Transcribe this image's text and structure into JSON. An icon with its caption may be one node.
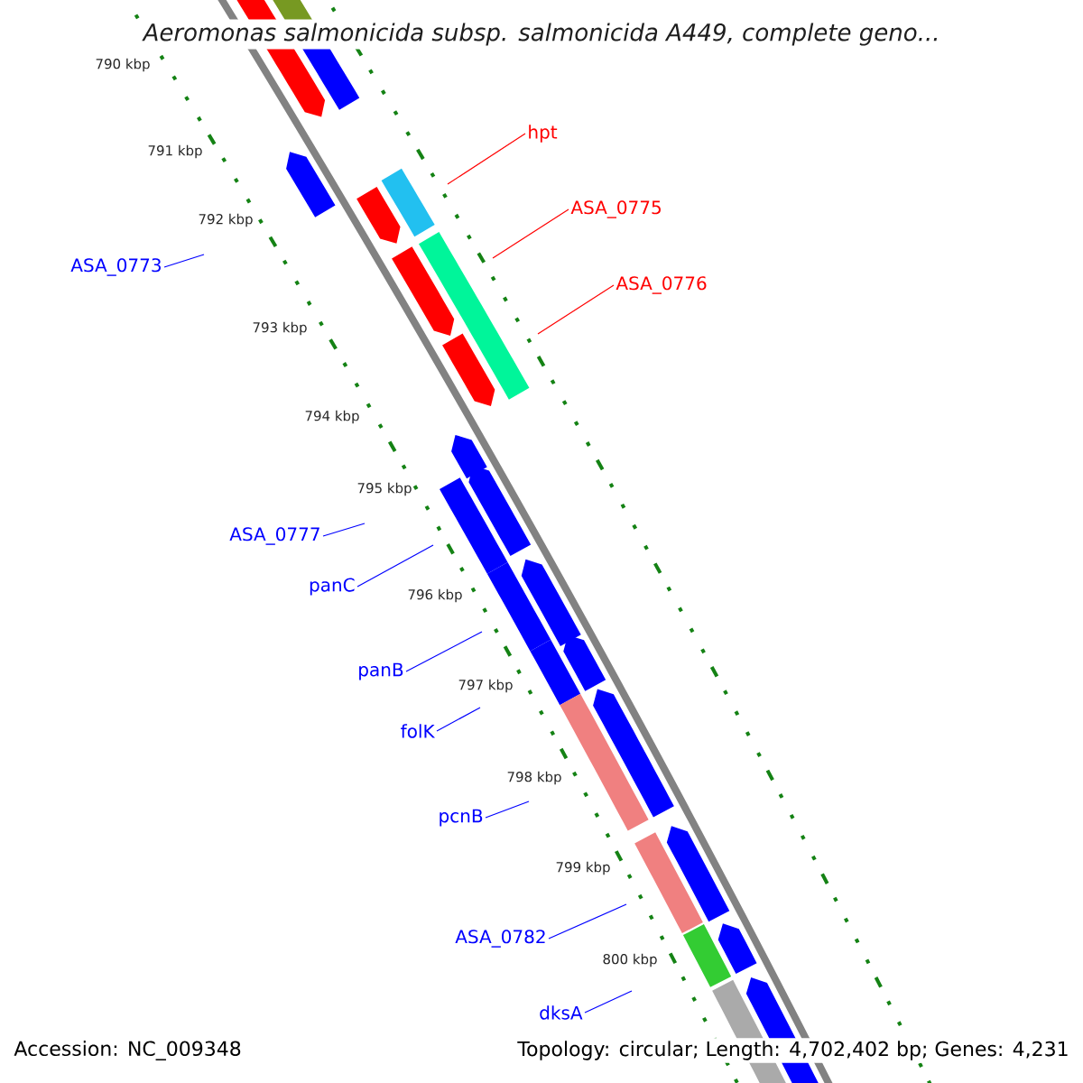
{
  "diagram": {
    "title": "Aeromonas salmonicida subsp. salmonicida A449, complete geno...",
    "nodes": [
      {
        "text": [
          "hpt"
        ]
      },
      {
        "text": [
          "ASA_0775"
        ]
      },
      {
        "text": [
          "ASA_0773"
        ]
      },
      {
        "text": [
          "ASA_0776"
        ]
      },
      {
        "text": [
          "ASA_0777"
        ]
      },
      {
        "text": [
          "panC"
        ]
      },
      {
        "text": [
          "panB"
        ]
      },
      {
        "text": [
          "folK"
        ]
      },
      {
        "text": [
          "pcnB"
        ]
      },
      {
        "text": [
          "ASA_0782"
        ]
      },
      {
        "text": [
          "dksA"
        ]
      }
    ],
    "edges": [
      {
        "from": 0,
        "to": null,
        "arrow": "none",
        "color": "#ff0000"
      },
      {
        "from": 1,
        "to": null,
        "arrow": "none",
        "color": "#ff0000"
      },
      {
        "from": 2,
        "to": null,
        "arrow": "none"
      },
      {
        "from": 3,
        "to": null,
        "arrow": "none",
        "color": "#ff0000"
      },
      {
        "from": 4,
        "to": null,
        "arrow": "none"
      },
      {
        "from": 5,
        "to": null,
        "arrow": "none"
      },
      {
        "from": 6,
        "to": null,
        "arrow": "none"
      },
      {
        "from": 7,
        "to": null,
        "arrow": "none"
      },
      {
        "from": 8,
        "to": null,
        "arrow": "none"
      },
      {
        "from": 9,
        "to": null,
        "arrow": "none"
      },
      {
        "from": 10,
        "to": null,
        "arrow": "none"
      }
    ],
    "labels": [
      "790 kbp",
      "791 kbp",
      "792 kbp",
      "793 kbp",
      "794 kbp",
      "795 kbp",
      "796 kbp",
      "797 kbp",
      "798 kbp",
      "799 kbp",
      "800 kbp",
      "Accession: NC_009348",
      "Topology: circular; Length: 4,702,402 bp; Genes: 4,231"
    ]
  }
}
